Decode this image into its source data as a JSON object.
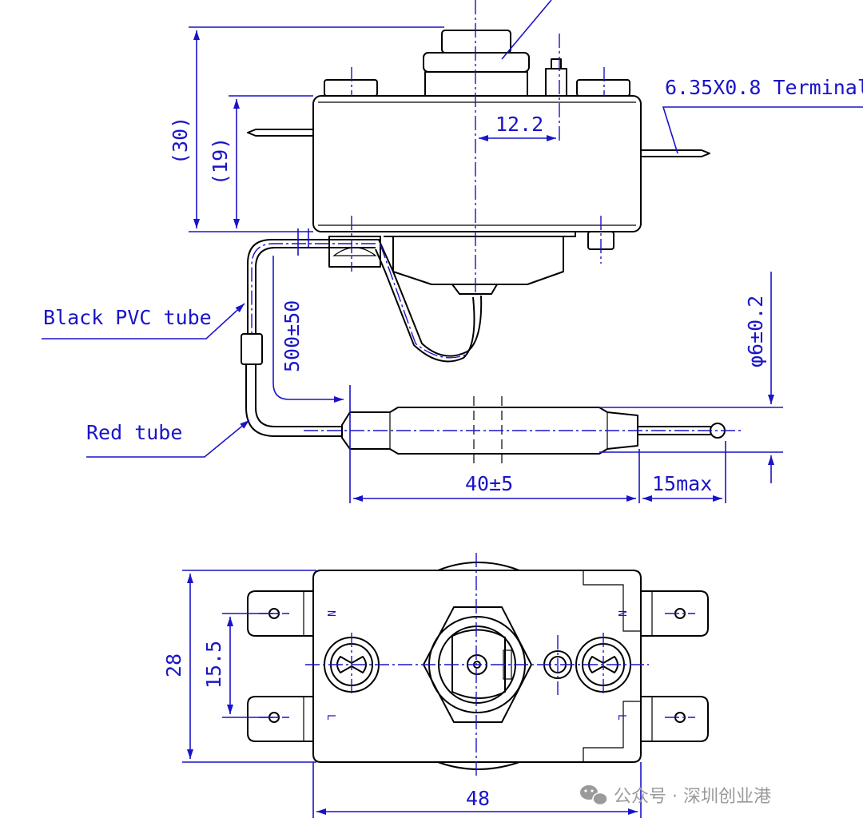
{
  "labels": {
    "terminal": "6.35X0.8 Terminal",
    "black_tube": "Black PVC tube",
    "red_tube": "Red tube"
  },
  "dims": {
    "overall_height": "(30)",
    "body_height": "(19)",
    "offset": "12.2",
    "capillary_length": "500±50",
    "bulb_length": "40±5",
    "tip_length": "15max",
    "bulb_dia": "φ6±0.2",
    "width": "28",
    "terminal_pitch": "15.5",
    "length": "48"
  },
  "terminal_marks": {
    "n_left": "N",
    "l_left": "L",
    "n_right": "N",
    "l_right": "L"
  },
  "watermark": {
    "text": "公众号 · 深圳创业港"
  },
  "colors": {
    "dimension": "#1a14c8",
    "outline": "#000000"
  }
}
